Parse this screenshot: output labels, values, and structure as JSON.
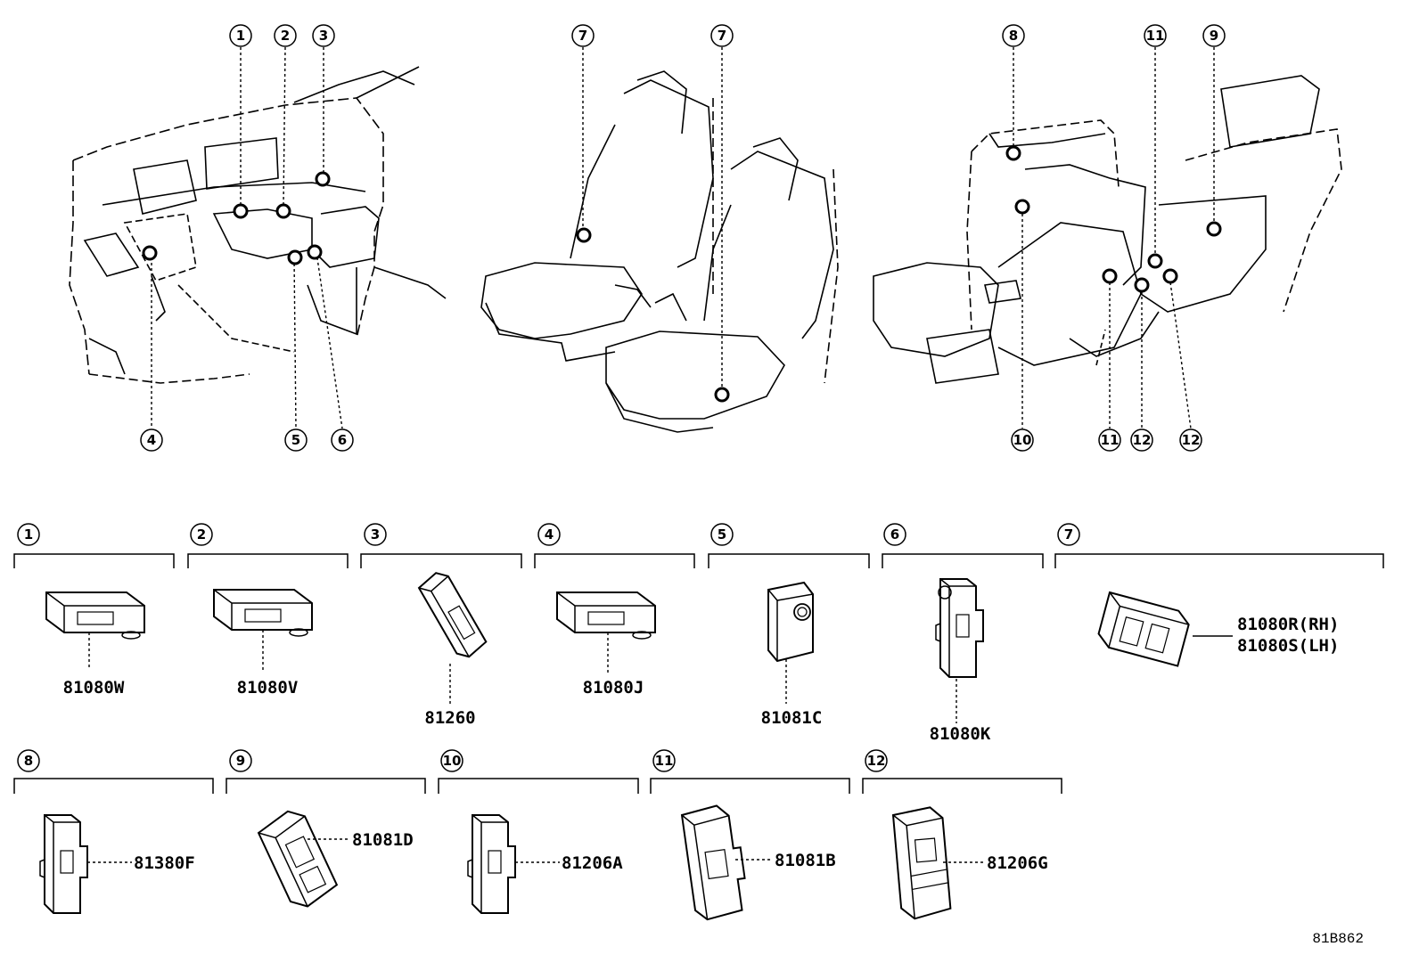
{
  "overview": {
    "dashboard_callouts": [
      "1",
      "2",
      "3",
      "4",
      "5",
      "6"
    ],
    "front_seats_callouts": [
      "7",
      "7"
    ],
    "rear_seats_callouts": [
      "8",
      "11",
      "9",
      "10",
      "11",
      "12",
      "12"
    ]
  },
  "parts": [
    {
      "index": "1",
      "part_number": "81080W"
    },
    {
      "index": "2",
      "part_number": "81080V"
    },
    {
      "index": "3",
      "part_number": "81260"
    },
    {
      "index": "4",
      "part_number": "81080J"
    },
    {
      "index": "5",
      "part_number": "81081C"
    },
    {
      "index": "6",
      "part_number": "81080K"
    },
    {
      "index": "7",
      "part_number": "81080R(RH)",
      "part_number_2": "81080S(LH)"
    },
    {
      "index": "8",
      "part_number": "81380F"
    },
    {
      "index": "9",
      "part_number": "81081D"
    },
    {
      "index": "10",
      "part_number": "81206A"
    },
    {
      "index": "11",
      "part_number": "81081B"
    },
    {
      "index": "12",
      "part_number": "81206G"
    }
  ],
  "diagram_ref": "81B862",
  "colors": {
    "line": "#000000",
    "background": "#ffffff"
  }
}
